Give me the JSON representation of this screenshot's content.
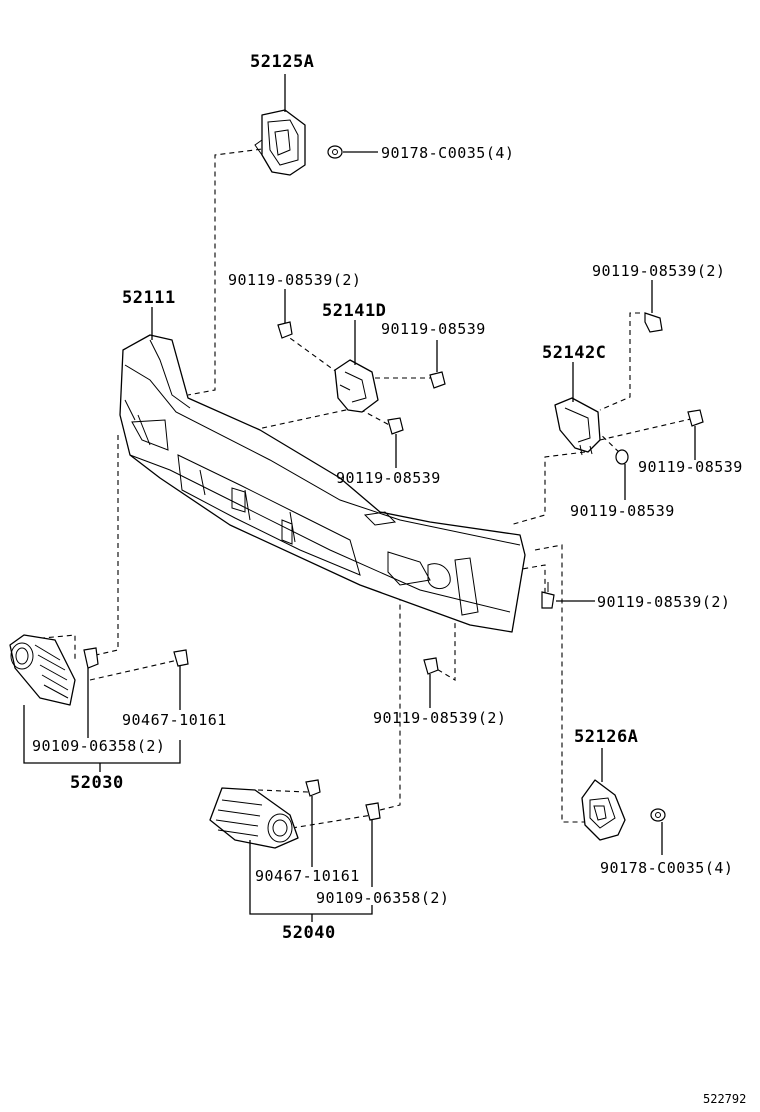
{
  "labels": {
    "bracket_upper_left": "52125A",
    "nut_upper": "90178-C0035(4)",
    "bumper_cover": "52111",
    "screw_2_left": "90119-08539(2)",
    "retainer_left": "52141D",
    "screw_a": "90119-08539",
    "screw_b": "90119-08539",
    "screw_2_right": "90119-08539(2)",
    "retainer_right": "52142C",
    "screw_c": "90119-08539",
    "screw_d": "90119-08539",
    "screw_2_side": "90119-08539(2)",
    "screw_2_bottom": "90119-08539(2)",
    "clip_left": "90467-10161",
    "bolt_left": "90109-06358(2)",
    "lamp_left": "52030",
    "bracket_lower_right": "52126A",
    "nut_lower": "90178-C0035(4)",
    "clip_right": "90467-10161",
    "bolt_right": "90109-06358(2)",
    "lamp_right": "52040",
    "diagram_id": "522792"
  }
}
